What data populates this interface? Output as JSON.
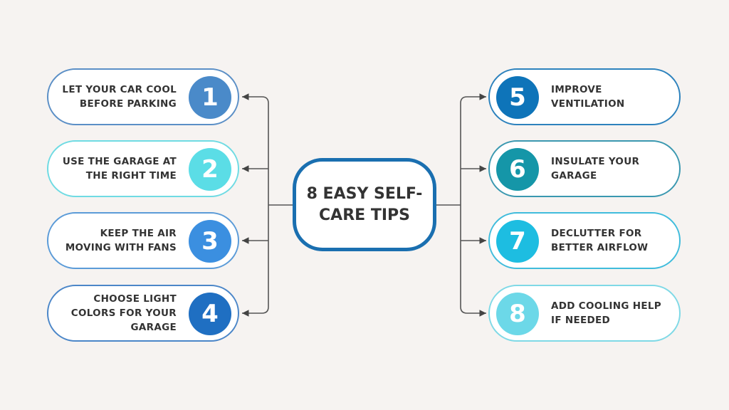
{
  "title": "8 EASY SELF-CARE TIPS",
  "tips": [
    {
      "n": "1",
      "text": "LET YOUR CAR COOL BEFORE PARKING",
      "color": "#4a8ac9",
      "border": "#5b8fc6"
    },
    {
      "n": "2",
      "text": "USE THE GARAGE AT THE RIGHT TIME",
      "color": "#5bdde6",
      "border": "#6fdbe3"
    },
    {
      "n": "3",
      "text": "KEEP THE AIR MOVING WITH FANS",
      "color": "#3b8fe0",
      "border": "#5b9bd8"
    },
    {
      "n": "4",
      "text": "CHOOSE LIGHT COLORS FOR YOUR GARAGE",
      "color": "#1f6fc2",
      "border": "#4b86c8"
    },
    {
      "n": "5",
      "text": "IMPROVE VENTILATION",
      "color": "#0e74b9",
      "border": "#2d82bd"
    },
    {
      "n": "6",
      "text": "INSULATE YOUR GARAGE",
      "color": "#1596a8",
      "border": "#3a98b0"
    },
    {
      "n": "7",
      "text": "DECLUTTER FOR BETTER AIRFLOW",
      "color": "#1dbde1",
      "border": "#3fbcdc"
    },
    {
      "n": "8",
      "text": "ADD COOLING HELP IF NEEDED",
      "color": "#6cd8e8",
      "border": "#7fd9e6"
    }
  ]
}
